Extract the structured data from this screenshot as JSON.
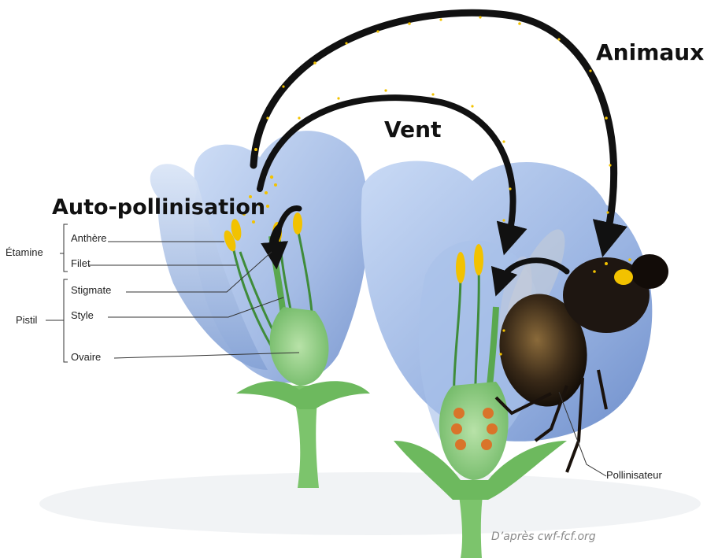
{
  "labels": {
    "animals": "Animaux",
    "wind": "Vent",
    "self_pollination": "Auto-pollinisation",
    "stamen": "Étamine",
    "anther": "Anthère",
    "filament": "Filet",
    "pistil": "Pistil",
    "stigma": "Stigmate",
    "style": "Style",
    "ovary": "Ovaire",
    "pollinator": "Pollinisateur"
  },
  "credit": "D’après cwf-fcf.org",
  "colors": {
    "petal": "#9fb9e3",
    "petal_dark": "#6f8fc8",
    "stem": "#7cc46c",
    "pollen": "#f2c200",
    "arrow": "#111111"
  }
}
